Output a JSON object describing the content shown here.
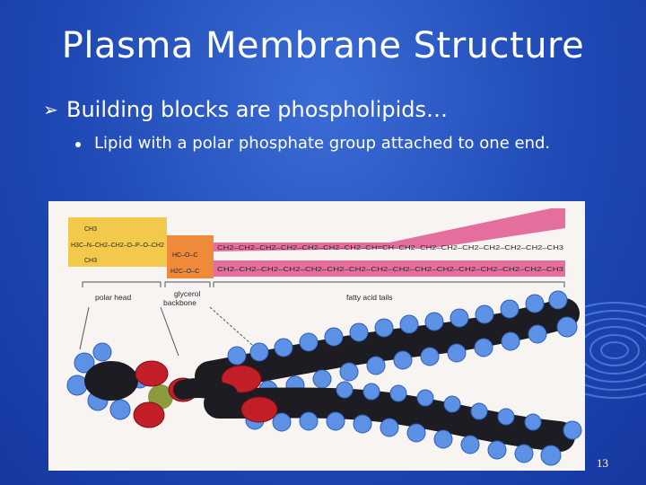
{
  "slide": {
    "title": "Plasma Membrane Structure",
    "bullet_level1": "Building blocks are phospholipids…",
    "bullet_level2": "Lipid with a polar phosphate group attached to one end.",
    "page_number": "13"
  },
  "figure": {
    "polar_head_formula": {
      "line1": "CH3",
      "line2": "H3C–N–CH2–CH2–O–P–O–CH2",
      "line3": "CH3"
    },
    "glycerol_formula": {
      "line1": "HC–O–C",
      "line2": "H2C–O–C"
    },
    "tail_upper": "CH2–CH2–CH2–CH2–CH2–CH2–CH2–CH=CH–CH2–CH2–CH2–CH2–CH2–CH2–CH2–CH3",
    "tail_lower": "CH2–CH2–CH2–CH2–CH2–CH2–CH2–CH2–CH2–CH2–CH2–CH2–CH2–CH2–CH2–CH3",
    "label_polar_head": "polar head",
    "label_glycerol": "glycerol",
    "label_backbone": "backbone",
    "label_fatty_acid": "fatty acid tails"
  },
  "colors": {
    "background": "#1f49b5",
    "head_box": "#f2c94a",
    "glycerol_box": "#ee8a3a",
    "tail_band": "#e46f9e",
    "oxygen_atom": "#c21f28",
    "carbon_atom": "#1c1c22",
    "hydrogen_atom": "#5d91e6",
    "phosphorus_atom": "#8c9a3e"
  }
}
